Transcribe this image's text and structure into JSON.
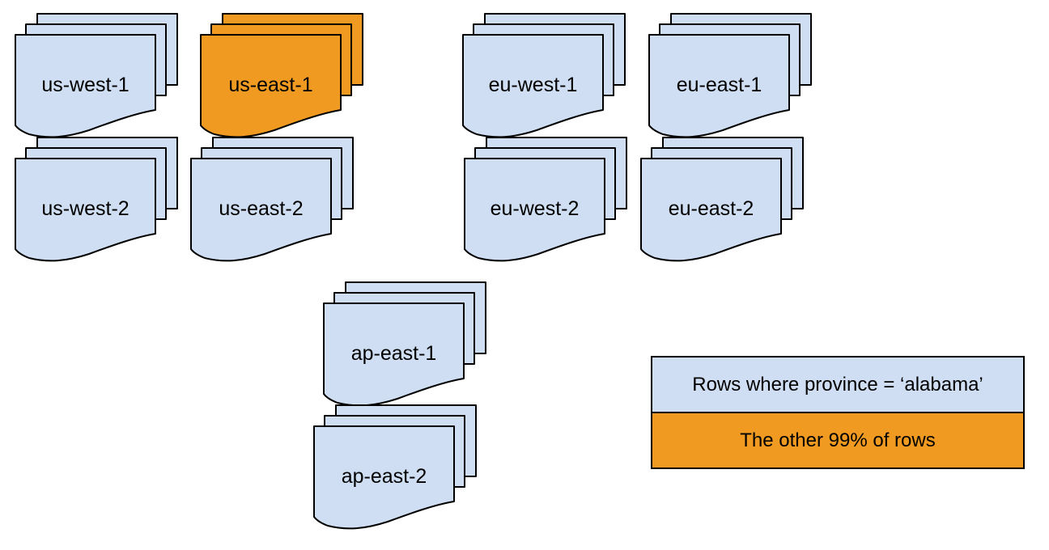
{
  "diagram": {
    "regions": [
      {
        "id": "us-west-1",
        "label": "us-west-1",
        "highlighted": false
      },
      {
        "id": "us-east-1",
        "label": "us-east-1",
        "highlighted": true
      },
      {
        "id": "eu-west-1",
        "label": "eu-west-1",
        "highlighted": false
      },
      {
        "id": "eu-east-1",
        "label": "eu-east-1",
        "highlighted": false
      },
      {
        "id": "us-west-2",
        "label": "us-west-2",
        "highlighted": false
      },
      {
        "id": "us-east-2",
        "label": "us-east-2",
        "highlighted": false
      },
      {
        "id": "eu-west-2",
        "label": "eu-west-2",
        "highlighted": false
      },
      {
        "id": "eu-east-2",
        "label": "eu-east-2",
        "highlighted": false
      },
      {
        "id": "ap-east-1",
        "label": "ap-east-1",
        "highlighted": false
      },
      {
        "id": "ap-east-2",
        "label": "ap-east-2",
        "highlighted": false
      }
    ]
  },
  "legend": {
    "items": [
      {
        "label": "Rows where province = ‘alabama’",
        "color": "#cfdef2"
      },
      {
        "label": "The other 99% of rows",
        "color": "#f09a22"
      }
    ]
  },
  "colors": {
    "replica_blue": "#cfdef2",
    "highlight_orange": "#f09a22",
    "outline": "#000000",
    "text": "#000000",
    "background": "#ffffff"
  }
}
